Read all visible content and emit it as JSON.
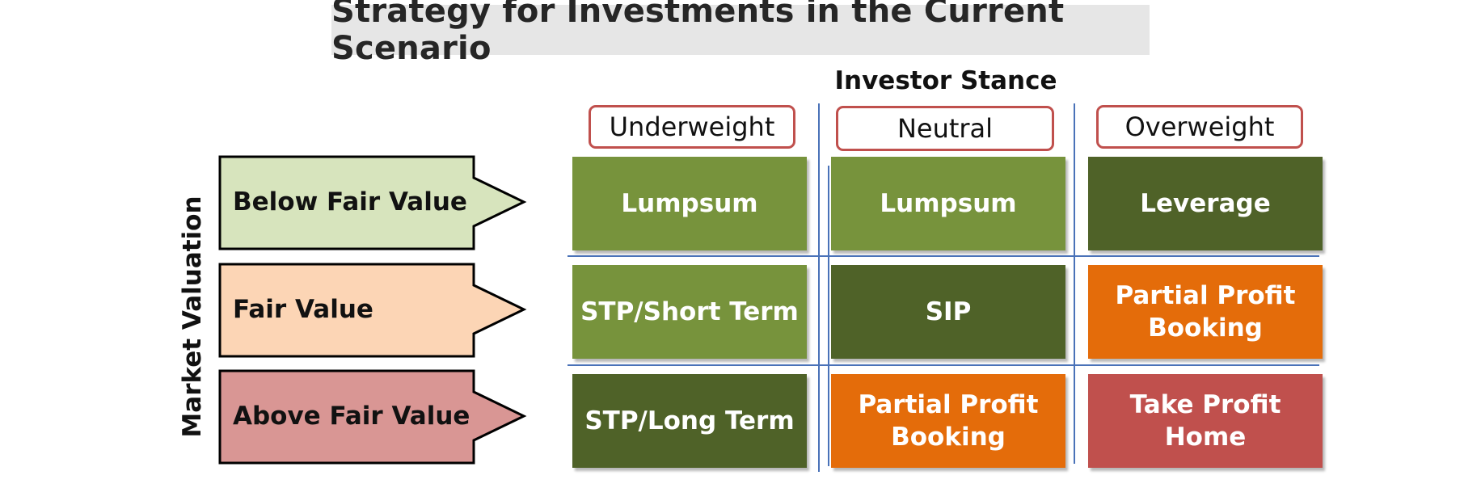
{
  "title": "Strategy for Investments in the Current Scenario",
  "stance": {
    "title": "Investor Stance",
    "columns": [
      "Underweight",
      "Neutral",
      "Overweight"
    ]
  },
  "valuation": {
    "title": "Market Valuation",
    "rows": [
      {
        "label": "Below Fair Value",
        "fill": "#d7e4bd"
      },
      {
        "label": "Fair Value",
        "fill": "#fcd5b5"
      },
      {
        "label": "Above Fair Value",
        "fill": "#d99694"
      }
    ]
  },
  "grid": [
    [
      {
        "text": "Lumpsum",
        "color": "#77933c"
      },
      {
        "text": "Lumpsum",
        "color": "#77933c"
      },
      {
        "text": "Leverage",
        "color": "#4f6228"
      }
    ],
    [
      {
        "text": "STP/Short Term",
        "color": "#77933c"
      },
      {
        "text": "SIP",
        "color": "#4f6228"
      },
      {
        "text": "Partial Profit Booking",
        "color": "#e46c0a"
      }
    ],
    [
      {
        "text": "STP/Long Term",
        "color": "#4f6228"
      },
      {
        "text": "Partial Profit Booking",
        "color": "#e46c0a"
      },
      {
        "text": "Take Profit Home",
        "color": "#c0504d"
      }
    ]
  ],
  "colors": {
    "header_border": "#c0504d",
    "grid_line": "#4a72b8"
  }
}
